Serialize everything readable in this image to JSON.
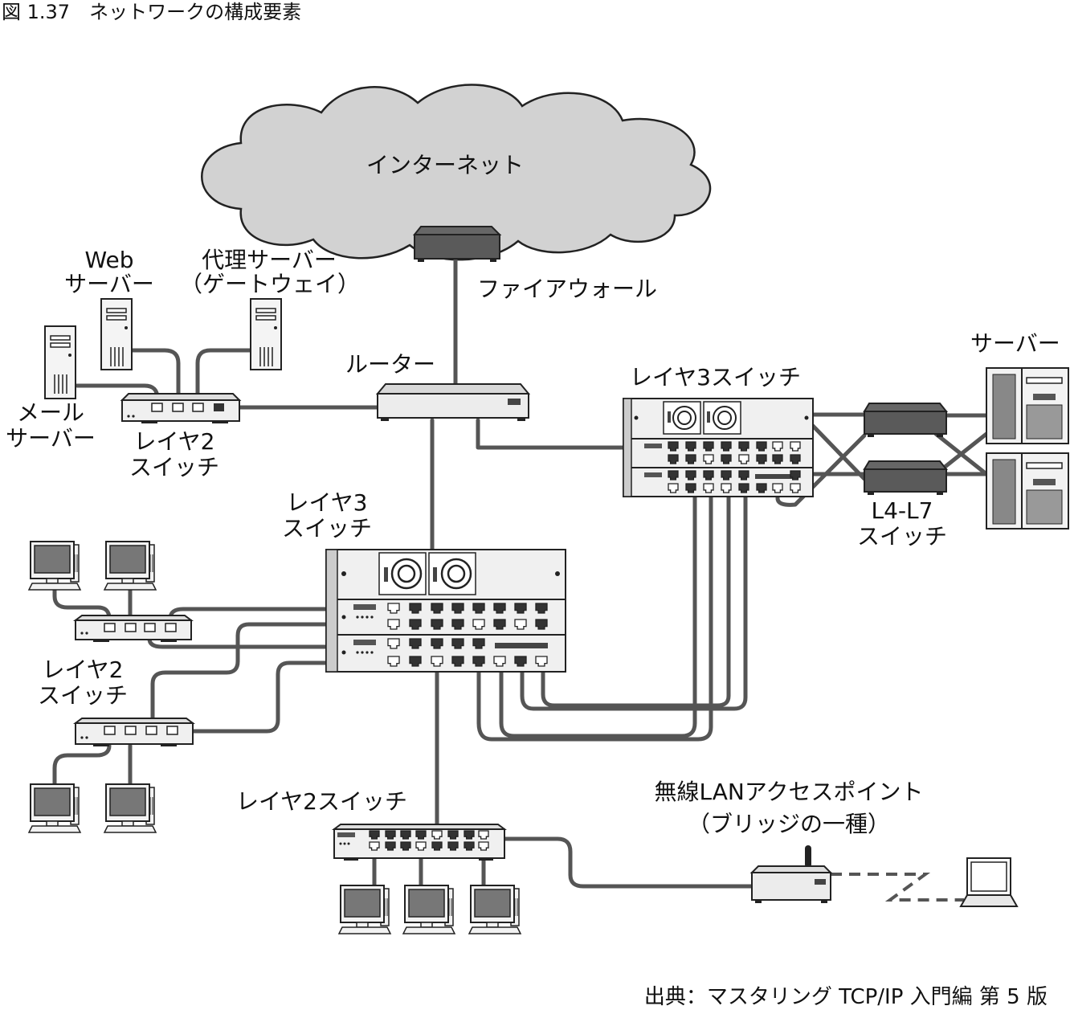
{
  "figure": {
    "title": "図 1.37　ネットワークの構成要素",
    "source": "出典：マスタリング TCP/IP 入門編 第 5 版"
  },
  "labels": {
    "internet": "インターネット",
    "firewall": "ファイアウォール",
    "router": "ルーター",
    "web_server_1": "Web",
    "web_server_2": "サーバー",
    "proxy_1": "代理サーバー",
    "proxy_2": "（ゲートウェイ）",
    "mail_server_1": "メール",
    "mail_server_2": "サーバー",
    "l2_upper_1": "レイヤ2",
    "l2_upper_2": "スイッチ",
    "l3_upper": "レイヤ3スイッチ",
    "servers": "サーバー",
    "l4l7_1": "L4-L7",
    "l4l7_2": "スイッチ",
    "l3_center_1": "レイヤ3",
    "l3_center_2": "スイッチ",
    "l2_left_1": "レイヤ2",
    "l2_left_2": "スイッチ",
    "l2_bottom": "レイヤ2スイッチ",
    "wlan_1": "無線LANアクセスポイント",
    "wlan_2": "（ブリッジの一種）"
  },
  "colors": {
    "cloud": "#d2d2d2",
    "device": "#e8e8e8",
    "device_dark": "#555555",
    "cable": "#555555",
    "port": "#333333"
  }
}
